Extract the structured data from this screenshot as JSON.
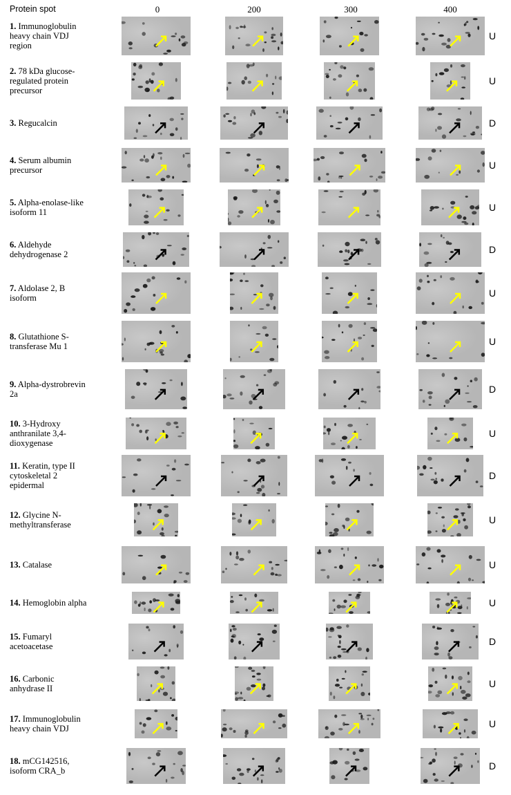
{
  "header": {
    "spot_label": "Protein spot",
    "doses": [
      "0",
      "200",
      "300",
      "400"
    ]
  },
  "colors": {
    "arrow_up": "#ffff00",
    "arrow_down": "#000000",
    "gel": "#b6b6b6",
    "spot": "#1a1a1a"
  },
  "rows": [
    {
      "num": "1.",
      "name": "Immunoglobulin heavy chain VDJ region",
      "lines": [
        "Immunoglobulin",
        "heavy chain VDJ",
        "region"
      ],
      "reg": "U"
    },
    {
      "num": "2.",
      "name": "78 kDa glucose-regulated protein precursor",
      "lines": [
        "78 kDa glucose-",
        "regulated protein",
        "precursor"
      ],
      "reg": "U"
    },
    {
      "num": "3.",
      "name": "Regucalcin",
      "lines": [
        "Regucalcin"
      ],
      "reg": "D"
    },
    {
      "num": "4.",
      "name": "Serum albumin precursor",
      "lines": [
        "Serum albumin",
        "precursor"
      ],
      "reg": "U"
    },
    {
      "num": "5.",
      "name": "Alpha-enolase-like isoform 11",
      "lines": [
        "Alpha-enolase-like",
        "isoform 11"
      ],
      "reg": "U"
    },
    {
      "num": "6.",
      "name": "Aldehyde dehydrogenase 2",
      "lines": [
        "Aldehyde",
        "dehydrogenase 2"
      ],
      "reg": "D"
    },
    {
      "num": "7.",
      "name": "Aldolase 2, B isoform",
      "lines": [
        "Aldolase 2, B",
        "isoform"
      ],
      "reg": "U"
    },
    {
      "num": "8.",
      "name": "Glutathione S-transferase Mu 1",
      "lines": [
        "Glutathione S-",
        "transferase Mu 1"
      ],
      "reg": "U"
    },
    {
      "num": "9.",
      "name": "Alpha-dystrobrevin 2a",
      "lines": [
        "Alpha-dystrobrevin",
        "2a"
      ],
      "reg": "D"
    },
    {
      "num": "10.",
      "name": "3-Hydroxy anthranilate 3,4-dioxygenase",
      "lines": [
        "3-Hydroxy",
        "anthranilate 3,4-",
        "dioxygenase"
      ],
      "reg": "U"
    },
    {
      "num": "11.",
      "name": "Keratin, type II cytoskeletal 2 epidermal",
      "lines": [
        "Keratin, type II",
        "cytoskeletal 2",
        "epidermal"
      ],
      "reg": "D"
    },
    {
      "num": "12.",
      "name": "Glycine N-methyltransferase",
      "lines": [
        "Glycine N-",
        "methyltransferase"
      ],
      "reg": "U"
    },
    {
      "num": "13.",
      "name": "Catalase",
      "lines": [
        "Catalase"
      ],
      "reg": "U"
    },
    {
      "num": "14.",
      "name": "Hemoglobin alpha",
      "lines": [
        "Hemoglobin alpha"
      ],
      "reg": "U"
    },
    {
      "num": "15.",
      "name": "Fumaryl acetoacetase",
      "lines": [
        "Fumaryl",
        "acetoacetase"
      ],
      "reg": "D"
    },
    {
      "num": "16.",
      "name": "Carbonic anhydrase II",
      "lines": [
        "Carbonic",
        "anhydrase II"
      ],
      "reg": "U"
    },
    {
      "num": "17.",
      "name": "Immunoglobulin heavy chain VDJ",
      "lines": [
        "Immunoglobulin",
        "heavy chain VDJ"
      ],
      "reg": "U"
    },
    {
      "num": "18.",
      "name": "mCG142516, isoform CRA_b",
      "lines": [
        "mCG142516,",
        "isoform CRA_b"
      ],
      "reg": "D"
    }
  ]
}
